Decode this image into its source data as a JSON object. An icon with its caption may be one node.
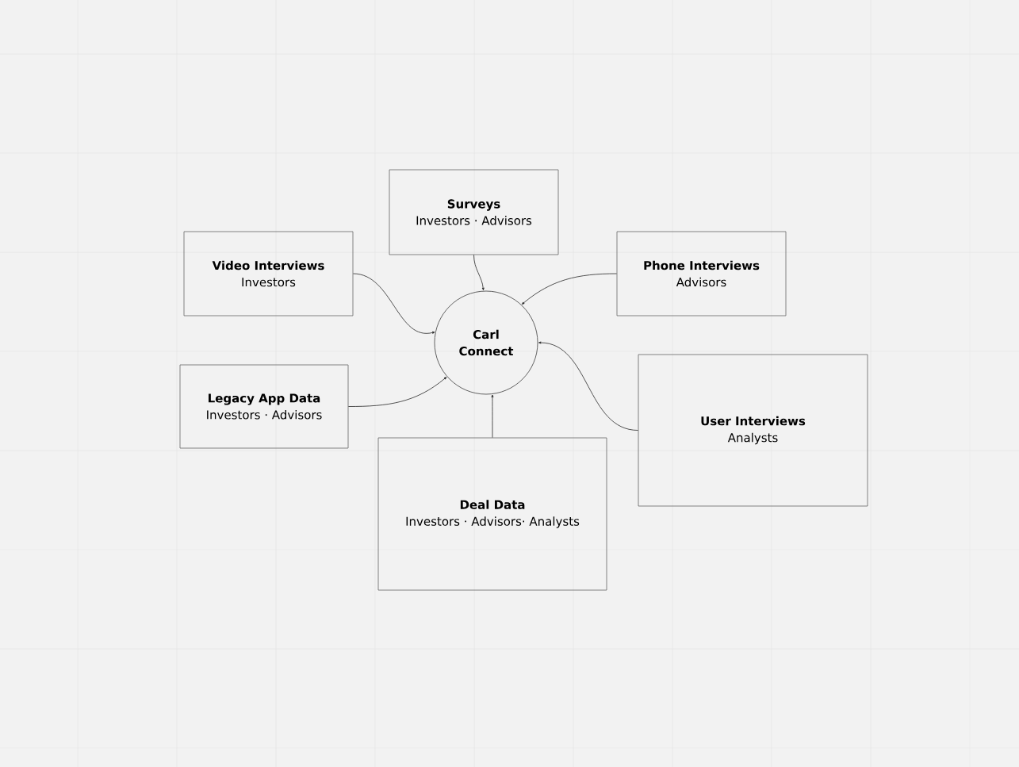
{
  "diagram": {
    "nodes": [
      {
        "text": [
          "Surveys",
          "Investors · Advisors"
        ]
      },
      {
        "text": [
          "Video Interviews",
          "Investors"
        ]
      },
      {
        "text": [
          "Phone Interviews",
          "Advisors"
        ]
      },
      {
        "text": [
          "Carl Connect"
        ]
      },
      {
        "text": [
          "Legacy App Data",
          "Investors · Advisors"
        ]
      },
      {
        "text": [
          "User Interviews",
          "Analysts"
        ]
      },
      {
        "text": [
          "Deal Data",
          "Investors · Advisors· Analysts"
        ]
      }
    ],
    "edges": [
      {
        "from": 0,
        "to": 3,
        "arrow": "to"
      },
      {
        "from": 1,
        "to": 3,
        "arrow": "to"
      },
      {
        "from": 2,
        "to": 3,
        "arrow": "to"
      },
      {
        "from": 4,
        "to": 3,
        "arrow": "to"
      },
      {
        "from": 5,
        "to": 3,
        "arrow": "to"
      },
      {
        "from": 6,
        "to": 3,
        "arrow": "to"
      }
    ]
  }
}
